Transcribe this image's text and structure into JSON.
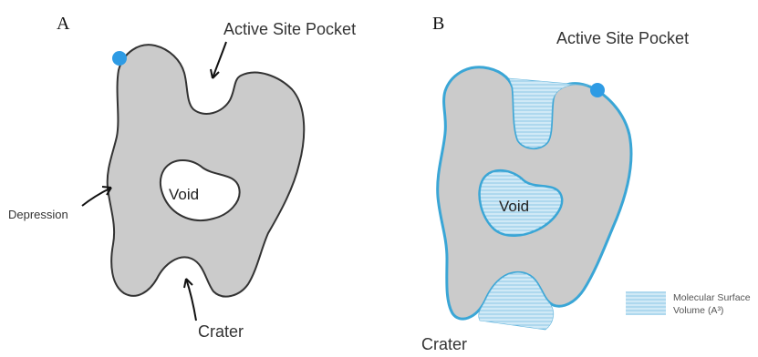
{
  "panel_a": {
    "letter": "A",
    "active_site_label": "Active Site Pocket",
    "void_label": "Void",
    "depression_label": "Depression",
    "crater_label": "Crater"
  },
  "panel_b": {
    "letter": "B",
    "active_site_label": "Active Site Pocket",
    "void_label": "Void",
    "crater_label": "Crater"
  },
  "legend": {
    "line1": "Molecular Surface",
    "line2": "Volume (A³)"
  },
  "colors": {
    "protein_fill": "#cbcbcb",
    "outline_a": "#333333",
    "outline_b": "#3aa6d6",
    "probe_dot": "#2e9be4",
    "void_fill": "#ffffff",
    "hatch": "#5fb4dd"
  }
}
